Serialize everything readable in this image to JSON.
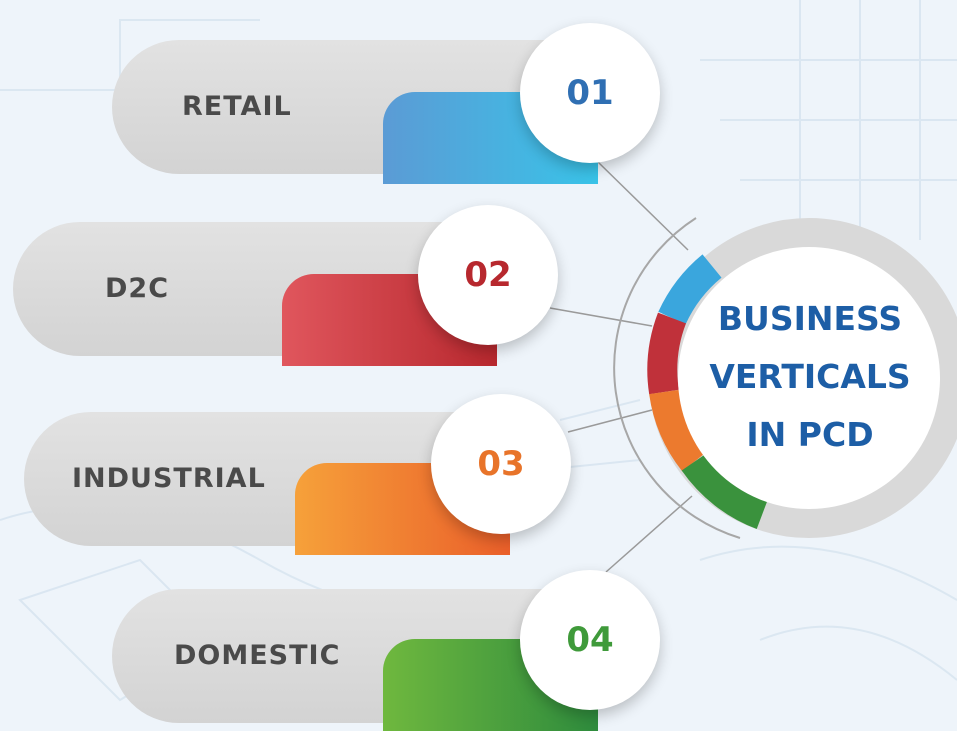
{
  "hub": {
    "line1": "BUSINESS",
    "line2": "VERTICALS",
    "line3": "IN PCD"
  },
  "verticals": [
    {
      "label": "RETAIL",
      "number": "01",
      "color": "#2f6fb3",
      "gradient": [
        "#5b9bd5",
        "#39c3e8"
      ]
    },
    {
      "label": "D2C",
      "number": "02",
      "color": "#b7282e",
      "gradient": [
        "#e0565d",
        "#b7282e"
      ]
    },
    {
      "label": "INDUSTRIAL",
      "number": "03",
      "color": "#e8742a",
      "gradient": [
        "#f6a13a",
        "#ea5f2a"
      ]
    },
    {
      "label": "DOMESTIC",
      "number": "04",
      "color": "#3f9a3a",
      "gradient": [
        "#6fb83e",
        "#2e8b3d"
      ]
    }
  ]
}
